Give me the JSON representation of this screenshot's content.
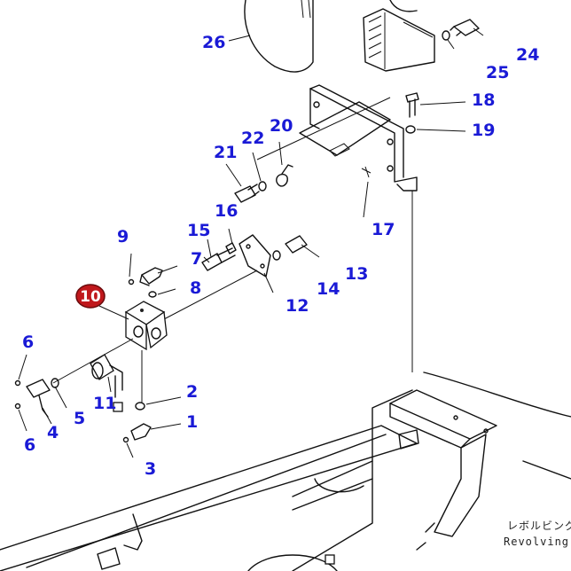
{
  "callouts": {
    "n1": "1",
    "n2": "2",
    "n3": "3",
    "n4": "4",
    "n5": "5",
    "n6a": "6",
    "n6b": "6",
    "n7": "7",
    "n8": "8",
    "n9": "9",
    "n10": "10",
    "n11": "11",
    "n12": "12",
    "n13": "13",
    "n14": "14",
    "n15": "15",
    "n16": "16",
    "n17": "17",
    "n18": "18",
    "n19": "19",
    "n20": "20",
    "n21": "21",
    "n22": "22",
    "n24": "24",
    "n25": "25",
    "n26": "26"
  },
  "caption": {
    "jp": "レボルビング",
    "en": "Revolving"
  },
  "colors": {
    "callout": "#1a1ad6",
    "highlight": "#c0181c",
    "line": "#111111"
  }
}
